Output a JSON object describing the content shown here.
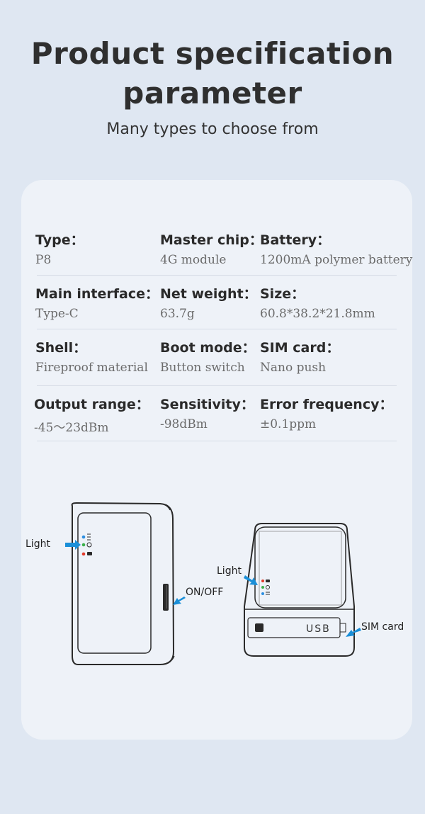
{
  "header": {
    "title_line1": "Product specification",
    "title_line2": "parameter",
    "subtitle": "Many types to choose from"
  },
  "specs": [
    [
      {
        "label": "Type：",
        "value": "P8"
      },
      {
        "label": "Master chip：",
        "value": "4G module"
      },
      {
        "label": "Battery：",
        "value": "1200mA polymer battery"
      }
    ],
    [
      {
        "label": "Main interface：",
        "value": "Type-C"
      },
      {
        "label": "Net weight：",
        "value": "63.7g"
      },
      {
        "label": "Size：",
        "value": "60.8*38.2*21.8mm"
      }
    ],
    [
      {
        "label": "Shell：",
        "value": "Fireproof material"
      },
      {
        "label": "Boot mode：",
        "value": "Button switch"
      },
      {
        "label": "SIM card：",
        "value": "Nano push"
      }
    ],
    [
      {
        "label": "Output range：",
        "value": "-45～23dBm"
      },
      {
        "label": "Sensitivity：",
        "value": "-98dBm"
      },
      {
        "label": "Error frequency：",
        "value": "±0.1ppm"
      }
    ]
  ],
  "diagram": {
    "front_light_label": "Light",
    "onoff_label": "ON/OFF",
    "side_light_label": "Light",
    "usb_label": "USB",
    "sim_label": "SIM card",
    "arrow_color": "#1a8fd8",
    "led_colors": [
      "#2d8fe0",
      "#3cb04a",
      "#e23a2a"
    ]
  }
}
